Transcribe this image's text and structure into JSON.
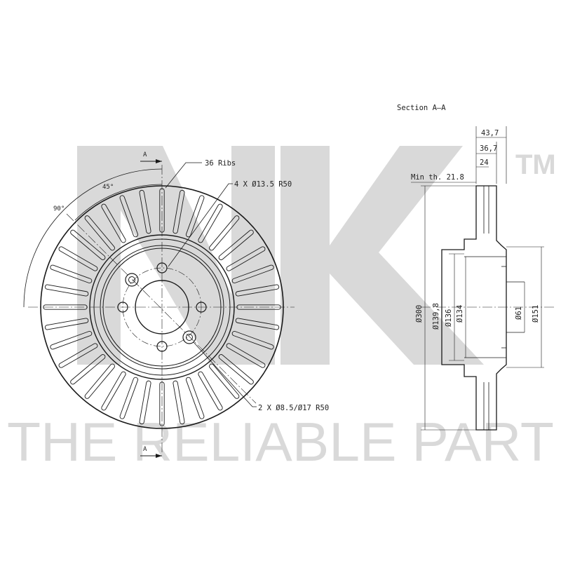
{
  "watermark": {
    "logo_text": "NK",
    "tm": "TM",
    "slogan": "THE RELIABLE PART"
  },
  "front_view": {
    "ribs_label": "36 Ribs",
    "bolt_holes_label": "4 X Ø13.5   R50",
    "pin_holes_label": "2 X Ø8.5/Ø17   R50",
    "angle_45": "45°",
    "angle_90": "90°",
    "section_marker_top": "A",
    "section_marker_bottom": "A"
  },
  "section_view": {
    "title": "Section A–A",
    "min_thickness": "Min th. 21.8",
    "dim_43_7": "43,7",
    "dim_36_7": "36,7",
    "dim_24": "24",
    "dim_300": "Ø300",
    "dim_139_8": "Ø139,8",
    "dim_136": "Ø136",
    "dim_134": "Ø134",
    "dim_61": "Ø61",
    "dim_151": "Ø151"
  }
}
